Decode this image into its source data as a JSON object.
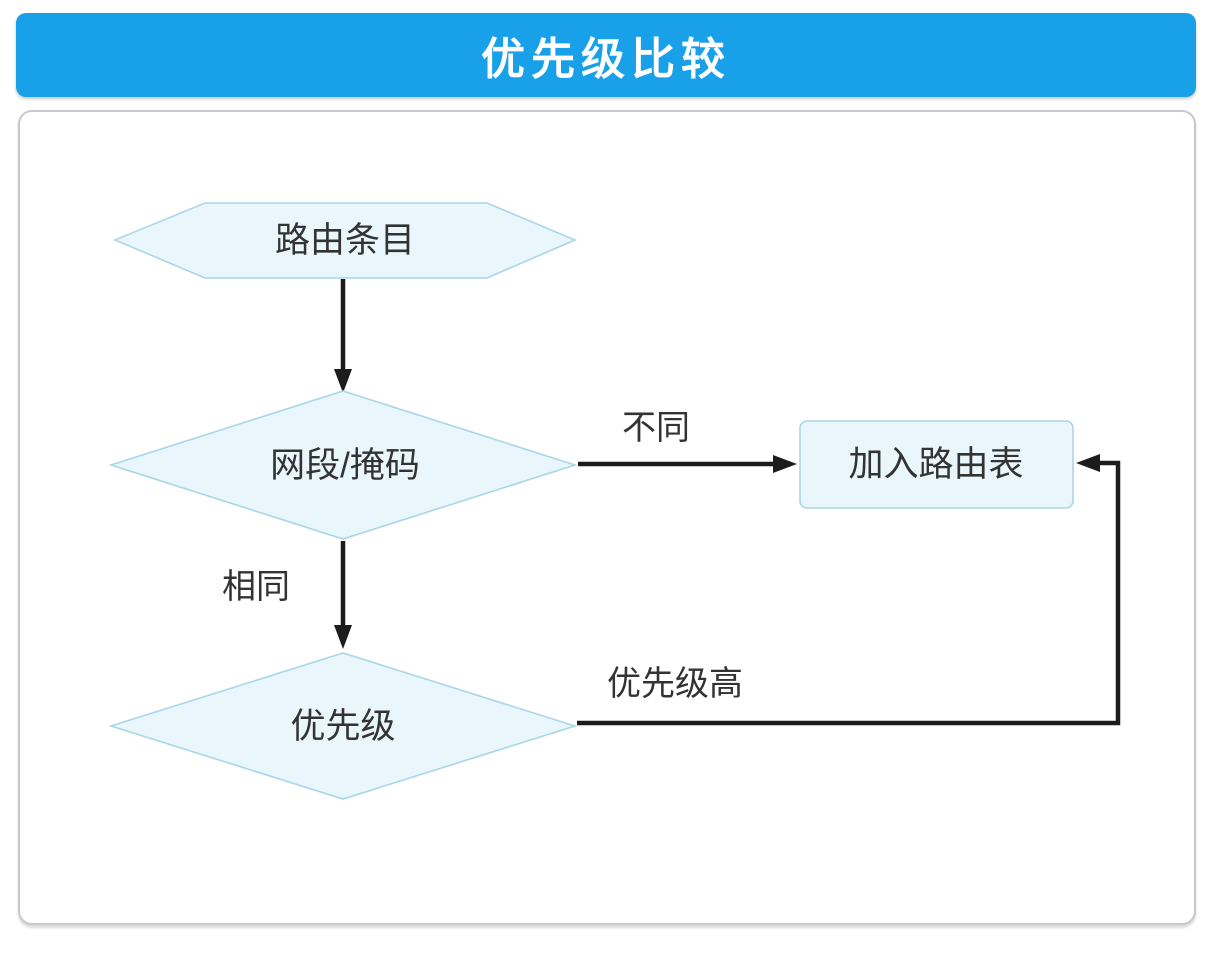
{
  "title": "优先级比较",
  "colors": {
    "header_bg": "#18a0e8",
    "header_text": "#ffffff",
    "shape_fill": "#e9f6fb",
    "shape_border": "#aad6e8",
    "line": "#1c1c1c",
    "text": "#333333",
    "panel_border": "#c9c9c9",
    "panel_bg": "#ffffff"
  },
  "flowchart": {
    "nodes": [
      {
        "id": "route-entry",
        "type": "hexagon",
        "label": "路由条目"
      },
      {
        "id": "net-mask-check",
        "type": "diamond",
        "label": "网段/掩码"
      },
      {
        "id": "priority-check",
        "type": "diamond",
        "label": "优先级"
      },
      {
        "id": "add-route-table",
        "type": "rect",
        "label": "加入路由表"
      }
    ],
    "edges": [
      {
        "from": "route-entry",
        "to": "net-mask-check",
        "label": ""
      },
      {
        "from": "net-mask-check",
        "to": "add-route-table",
        "label": "不同"
      },
      {
        "from": "net-mask-check",
        "to": "priority-check",
        "label": "相同"
      },
      {
        "from": "priority-check",
        "to": "add-route-table",
        "label": "优先级高"
      }
    ]
  }
}
